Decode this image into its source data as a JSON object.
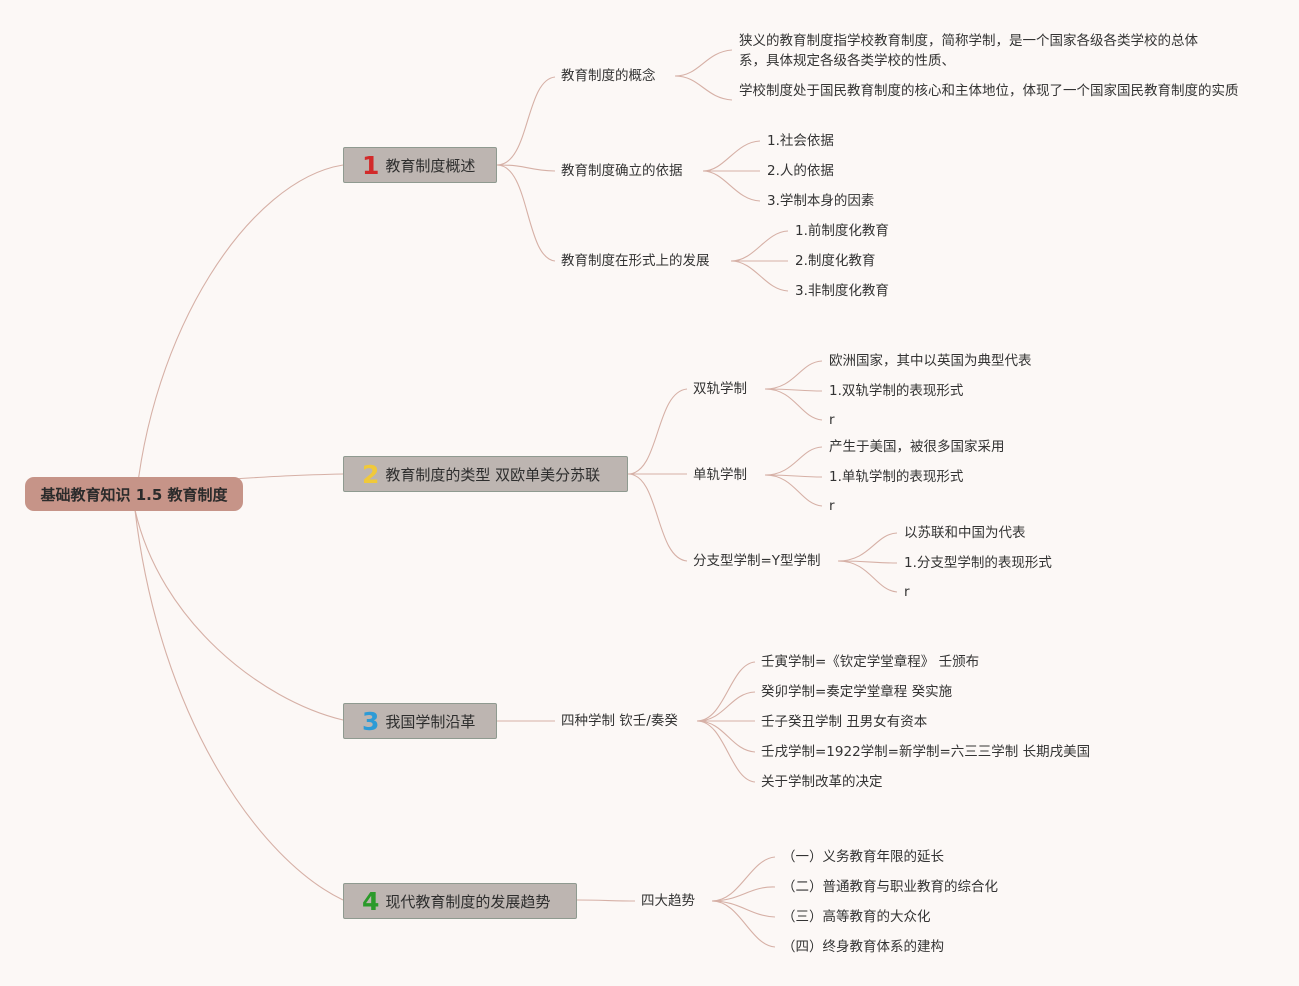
{
  "root": {
    "title": "基础教育知识 1.5 教育制度"
  },
  "colors": {
    "root_bg": "#c69488",
    "node_bg": "#bdb5b1",
    "line": "#d6b0a6",
    "num1": "#d22a2a",
    "num2": "#f0c93a",
    "num3": "#2d9bd6",
    "num4": "#2b9a2b"
  },
  "sections": [
    {
      "num": "1",
      "title": "教育制度概述",
      "children": [
        {
          "label": "教育制度的概念",
          "leaves": [
            "狭义的教育制度指学校教育制度，简称学制，是一个国家各级各类学校的总体系，具体规定各级各类学校的性质、",
            "学校制度处于国民教育制度的核心和主体地位，体现了一个国家国民教育制度的实质"
          ]
        },
        {
          "label": "教育制度确立的依据",
          "leaves": [
            "1.社会依据",
            "2.人的依据",
            "3.学制本身的因素"
          ]
        },
        {
          "label": "教育制度在形式上的发展",
          "leaves": [
            "1.前制度化教育",
            "2.制度化教育",
            "3.非制度化教育"
          ]
        }
      ]
    },
    {
      "num": "2",
      "title": "教育制度的类型 双欧单美分苏联",
      "children": [
        {
          "label": "双轨学制",
          "leaves": [
            "欧洲国家，其中以英国为典型代表",
            "1.双轨学制的表现形式",
            "r"
          ]
        },
        {
          "label": "单轨学制",
          "leaves": [
            "产生于美国，被很多国家采用",
            "1.单轨学制的表现形式",
            "r"
          ]
        },
        {
          "label": "分支型学制=Y型学制",
          "leaves": [
            "以苏联和中国为代表",
            "1.分支型学制的表现形式",
            "r"
          ]
        }
      ]
    },
    {
      "num": "3",
      "title": "我国学制沿革",
      "children": [
        {
          "label": "四种学制 钦壬/奏癸",
          "leaves": [
            "壬寅学制=《钦定学堂章程》 壬颁布",
            "癸卯学制=奏定学堂章程 癸实施",
            "壬子癸丑学制 丑男女有资本",
            "壬戌学制=1922学制=新学制=六三三学制 长期戌美国",
            "关于学制改革的决定"
          ]
        }
      ]
    },
    {
      "num": "4",
      "title": "现代教育制度的发展趋势",
      "children": [
        {
          "label": "四大趋势",
          "leaves": [
            "（一）义务教育年限的延长",
            "（二）普通教育与职业教育的综合化",
            "（三）高等教育的大众化",
            "（四）终身教育体系的建构"
          ]
        }
      ]
    }
  ]
}
